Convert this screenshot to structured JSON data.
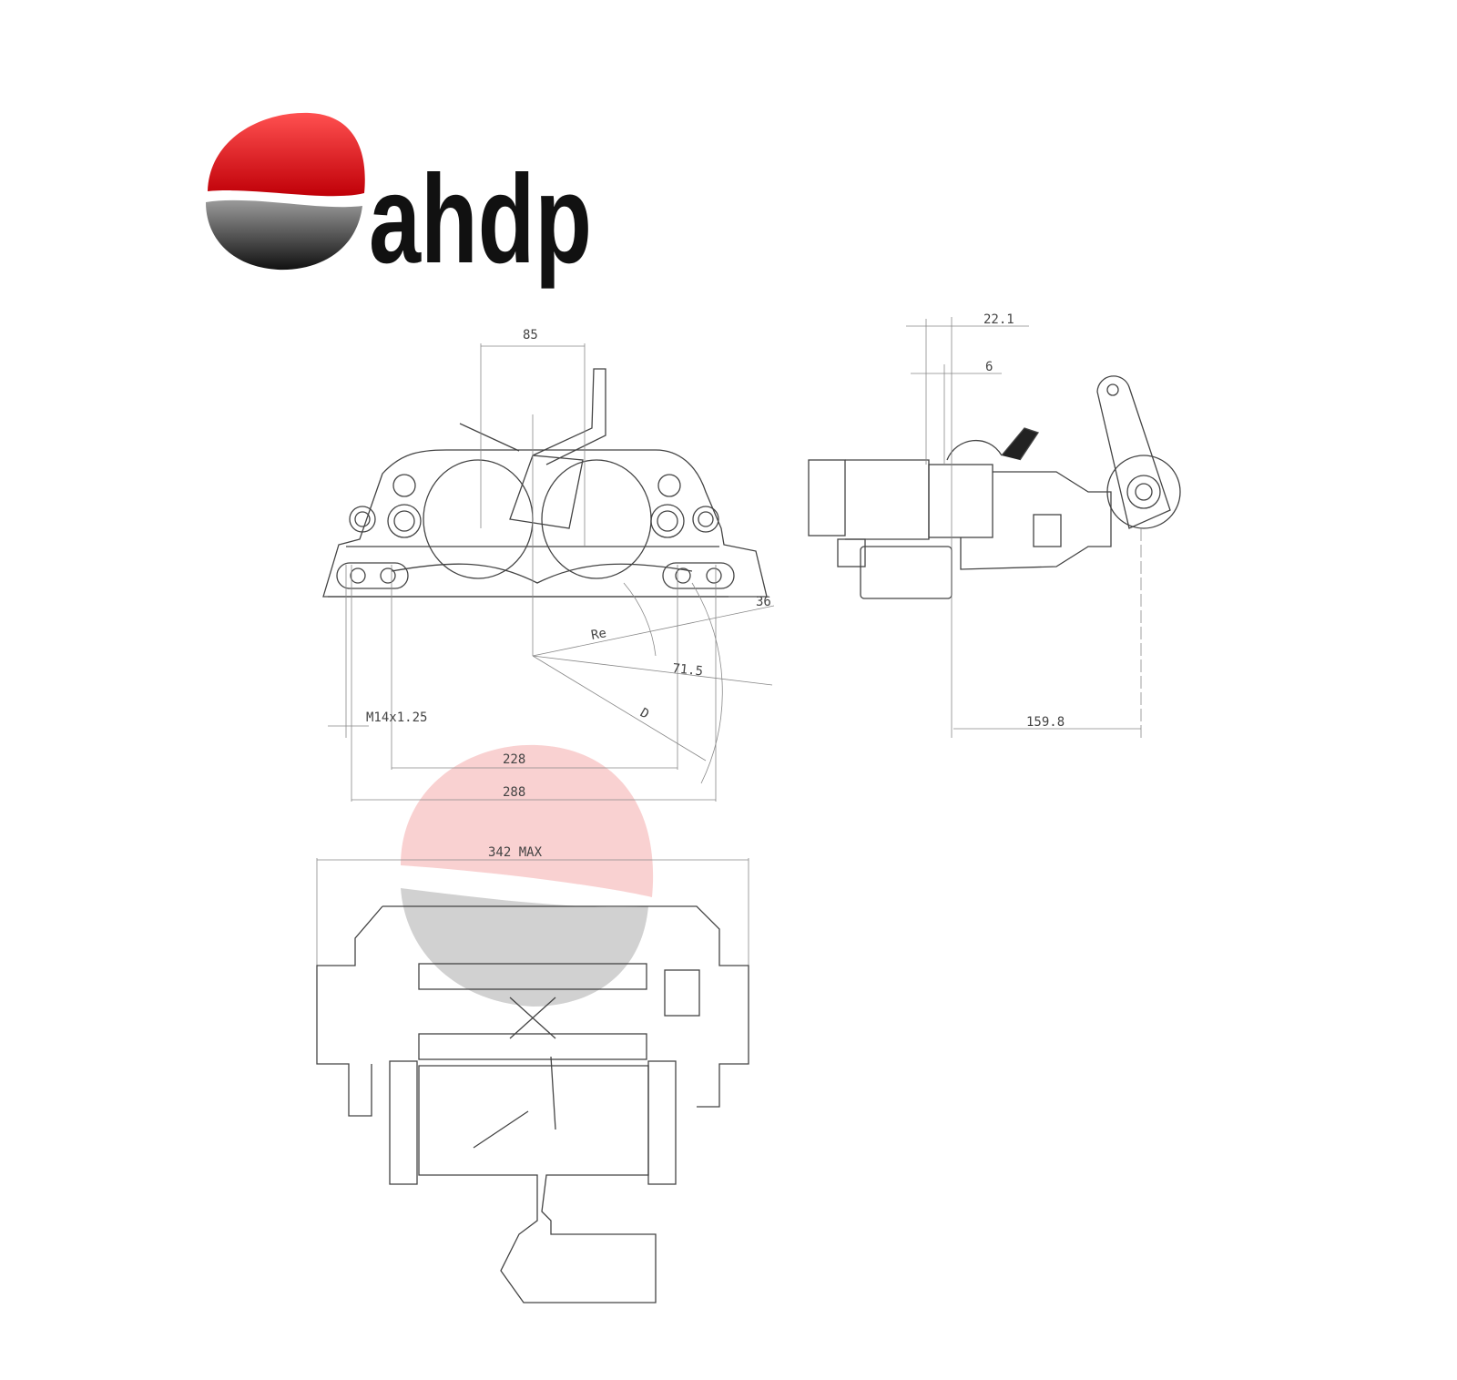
{
  "logo": {
    "text": "ahdp",
    "colors": {
      "red": "#e0141a",
      "dark": "#1a1a1a",
      "grey": "#8a8a8a"
    }
  },
  "front_view": {
    "dimensions": {
      "top_width": "85",
      "angle": "36",
      "radius_label": "Re",
      "offset": "71.5",
      "diameter_label": "D",
      "thread": "M14x1.25",
      "mount_spacing": "228",
      "outer_width": "288"
    }
  },
  "side_view": {
    "dimensions": {
      "top_offset": "22.1",
      "small_offset": "6",
      "lever_distance": "159.8"
    }
  },
  "section_view": {
    "dimensions": {
      "max_width": "342 MAX"
    }
  },
  "watermark": {
    "colors": {
      "red": "#f0a0a0",
      "grey": "#c8c8c8"
    }
  }
}
